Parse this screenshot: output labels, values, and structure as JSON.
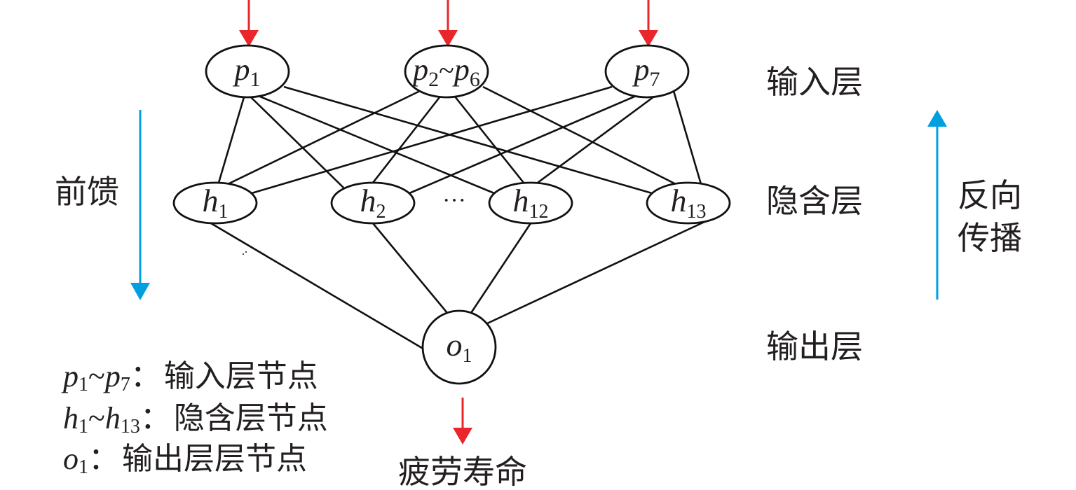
{
  "diagram": {
    "title": "BP neural network for fatigue life prediction",
    "colors": {
      "input_arrow": "#e8262b",
      "direction_arrow": "#00a0e0",
      "stroke": "#111111",
      "text": "#231f20"
    },
    "layers": {
      "input": {
        "label": "输入层",
        "nodes": [
          {
            "id": "p1",
            "symbol": "p",
            "sub": "1"
          },
          {
            "id": "p2-p6",
            "symbol": "p",
            "sub": "2",
            "range_symbol": "p",
            "range_sub": "6",
            "sep": "~"
          },
          {
            "id": "p7",
            "symbol": "p",
            "sub": "7"
          }
        ]
      },
      "hidden": {
        "label": "隐含层",
        "nodes": [
          {
            "id": "h1",
            "symbol": "h",
            "sub": "1"
          },
          {
            "id": "h2",
            "symbol": "h",
            "sub": "2"
          },
          {
            "id": "h12",
            "symbol": "h",
            "sub": "12"
          },
          {
            "id": "h13",
            "symbol": "h",
            "sub": "13"
          }
        ],
        "ellipsis": "···"
      },
      "output": {
        "label": "输出层",
        "nodes": [
          {
            "id": "o1",
            "symbol": "o",
            "sub": "1"
          }
        ]
      }
    },
    "edges": [
      [
        "p1",
        "h1"
      ],
      [
        "p1",
        "h2"
      ],
      [
        "p1",
        "h12"
      ],
      [
        "p1",
        "h13"
      ],
      [
        "p2-p6",
        "h1"
      ],
      [
        "p2-p6",
        "h2"
      ],
      [
        "p2-p6",
        "h12"
      ],
      [
        "p2-p6",
        "h13"
      ],
      [
        "p7",
        "h1"
      ],
      [
        "p7",
        "h2"
      ],
      [
        "p7",
        "h12"
      ],
      [
        "p7",
        "h13"
      ],
      [
        "h1",
        "o1"
      ],
      [
        "h2",
        "o1"
      ],
      [
        "h12",
        "o1"
      ],
      [
        "h13",
        "o1"
      ]
    ],
    "feedforward_label": "前馈",
    "backprop_label_line1": "反向",
    "backprop_label_line2": "传播",
    "output_label": "疲劳寿命",
    "legend": [
      {
        "sym_a": "p",
        "sub_a": "1",
        "sep": "~",
        "sym_b": "p",
        "sub_b": "7",
        "colon": "：",
        "text": "输入层节点"
      },
      {
        "sym_a": "h",
        "sub_a": "1",
        "sep": "~",
        "sym_b": "h",
        "sub_b": "13",
        "colon": "：",
        "text": "隐含层节点"
      },
      {
        "sym_a": "o",
        "sub_a": "1",
        "sep": "",
        "sym_b": "",
        "sub_b": "",
        "colon": "：",
        "text": "输出层层节点"
      }
    ]
  }
}
